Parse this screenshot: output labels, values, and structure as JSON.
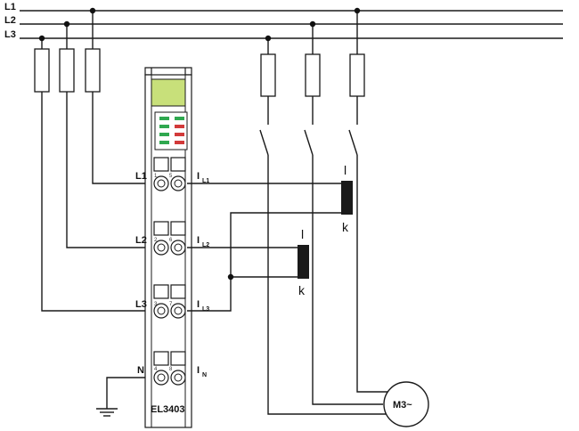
{
  "buses": {
    "l1": "L1",
    "l2": "L2",
    "l3": "L3"
  },
  "module": {
    "model": "EL3403",
    "header_color": "#c8e07a",
    "led_green": "#2fa84f",
    "led_red": "#d23a3a",
    "voltage_labels": {
      "l1": "L1",
      "l2": "L2",
      "l3": "L3",
      "n": "N"
    },
    "current_labels": {
      "i1_main": "I",
      "i1_sub": "L1",
      "i2_main": "I",
      "i2_sub": "L2",
      "i3_main": "I",
      "i3_sub": "L3",
      "in_main": "I",
      "in_sub": "N"
    },
    "pins": {
      "p1": "1",
      "p5": "5",
      "p2": "2",
      "p6": "6",
      "p3": "3",
      "p7": "7",
      "p4": "4",
      "p8": "8"
    }
  },
  "transformers": {
    "ct1_top": "l",
    "ct1_bottom": "k",
    "ct2_top": "l",
    "ct2_bottom": "k"
  },
  "motor": {
    "label": "M3~"
  }
}
